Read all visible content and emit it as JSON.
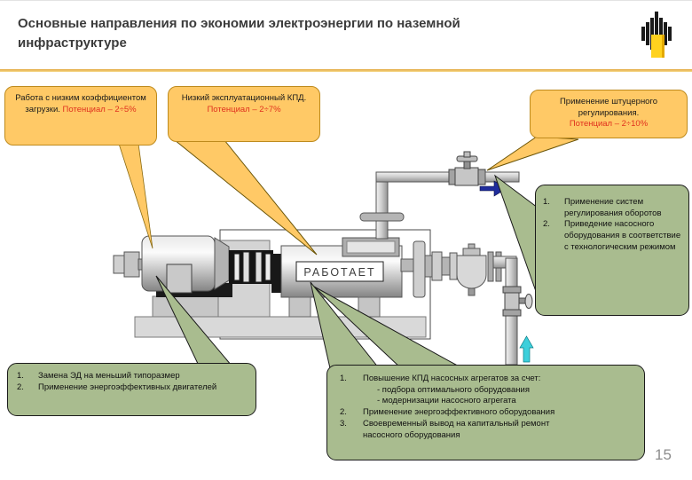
{
  "slide": {
    "title": "Основные направления по экономии электроэнергии по наземной инфраструктуре",
    "page_number": "15",
    "logo": "rosneft-logo"
  },
  "problem_callouts": {
    "load_factor": {
      "text": "Работа с низким коэффициентом загрузки.",
      "potential": "Потенциал – 2÷5%"
    },
    "low_efficiency": {
      "text": "Низкий эксплуатационный КПД.",
      "potential": "Потенциал – 2÷7%"
    },
    "throttle_control": {
      "text": "Применение штуцерного регулирования.",
      "potential": "Потенциал – 2÷10%"
    }
  },
  "solution_callouts": {
    "speed_regulation": {
      "items": [
        {
          "num": "1.",
          "text": "Применение систем регулирования оборотов"
        },
        {
          "num": "2.",
          "text": "Приведение насосного оборудования  в соответствие с технологическим режимом"
        }
      ]
    },
    "motors": {
      "items": [
        {
          "num": "1.",
          "text": "Замена ЭД на меньший типоразмер"
        },
        {
          "num": "2.",
          "text": "Применение энергоэффективных двигателей"
        }
      ]
    },
    "pump_units": {
      "items": [
        {
          "num": "1.",
          "text": "Повышение КПД насосных агрегатов за счет:",
          "sub": [
            "- подбора оптимального оборудования",
            "- модернизации насосного агрегата"
          ]
        },
        {
          "num": "2.",
          "text": "Применение энергоэффективного оборудования"
        },
        {
          "num": "3.",
          "text": "Своевременный вывод на капитальный ремонт насосного оборудования"
        }
      ]
    }
  },
  "diagram": {
    "pump_status_label": "РАБОТАЕТ",
    "colors": {
      "callout_yellow": "#FFC966",
      "callout_yellow_border": "#BE8A1C",
      "callout_green": "#A9BC8F",
      "potential_red": "#E0301E",
      "accent_gold": "#E7B54A",
      "arrow_blue": "#1F2C9C",
      "arrow_cyan": "#3CCFDB",
      "logo_yellow": "#FFD21E"
    }
  }
}
